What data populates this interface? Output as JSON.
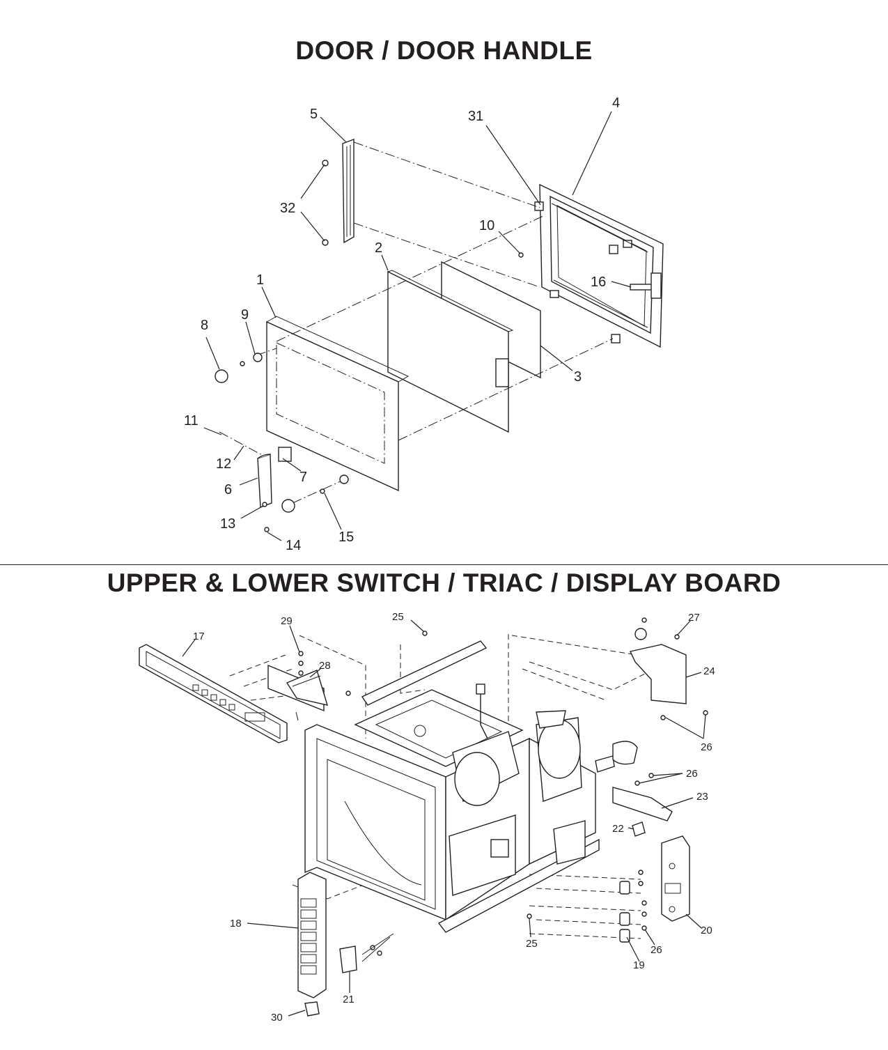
{
  "sections": {
    "top_title": "DOOR / DOOR HANDLE",
    "bottom_title": "UPPER & LOWER SWITCH / TRIAC / DISPLAY BOARD"
  },
  "top_labels": {
    "p1": "1",
    "p2": "2",
    "p3": "3",
    "p4": "4",
    "p5": "5",
    "p6": "6",
    "p7": "7",
    "p8": "8",
    "p9": "9",
    "p10": "10",
    "p11": "11",
    "p12": "12",
    "p13": "13",
    "p14": "14",
    "p15": "15",
    "p16": "16",
    "p31": "31",
    "p32": "32"
  },
  "bottom_labels": {
    "p17": "17",
    "p18": "18",
    "p19": "19",
    "p20": "20",
    "p21": "21",
    "p22": "22",
    "p23": "23",
    "p24": "24",
    "p25a": "25",
    "p25b": "25",
    "p26a": "26",
    "p26b": "26",
    "p26c": "26",
    "p27": "27",
    "p28": "28",
    "p29": "29",
    "p30": "30"
  }
}
